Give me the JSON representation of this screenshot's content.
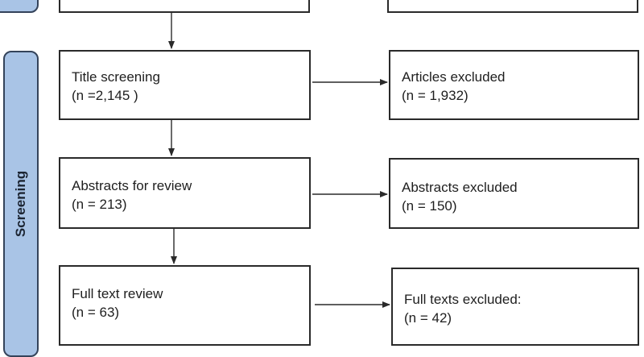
{
  "phases": {
    "top": "",
    "screening": "Screening"
  },
  "boxes": {
    "title_screening": {
      "line1": "Title screening",
      "line2": "(n =2,145 )"
    },
    "articles_excluded": {
      "line1": "Articles excluded",
      "line2": "(n = 1,932)"
    },
    "abstracts_review": {
      "line1": "Abstracts for review",
      "line2": "(n = 213)"
    },
    "abstracts_excluded": {
      "line1": "Abstracts excluded",
      "line2": "(n = 150)"
    },
    "full_text_review": {
      "line1": "Full text review",
      "line2": "(n = 63)"
    },
    "full_texts_excluded": {
      "line1": "Full texts excluded:",
      "line2": "(n = 42)"
    }
  }
}
